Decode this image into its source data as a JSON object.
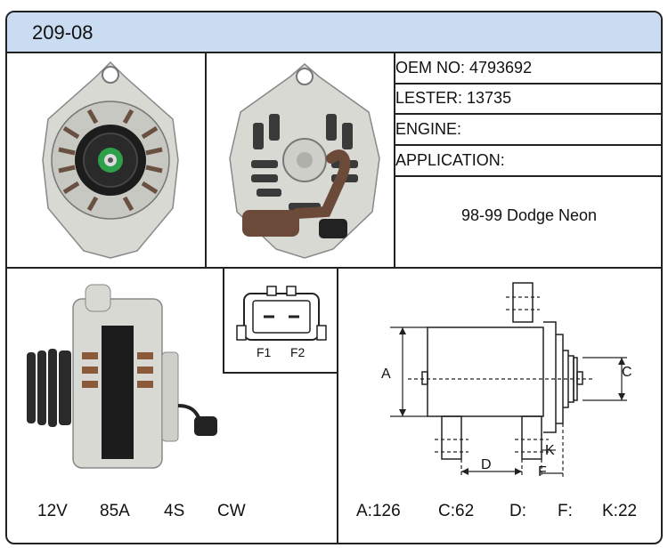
{
  "header": {
    "part_number": "209-08"
  },
  "specs": {
    "oem": "OEM NO: 4793692",
    "lester": "LESTER: 13735",
    "engine": "ENGINE:",
    "application": "APPLICATION:",
    "application_value": "98-99 Dodge Neon"
  },
  "plug": {
    "pin1": "F1",
    "pin2": "F2"
  },
  "electrical": {
    "voltage": "12V",
    "amperage": "85A",
    "groove": "4S",
    "rotation": "CW"
  },
  "dimensions": {
    "labels": {
      "a": "A",
      "c": "C",
      "d": "D",
      "f": "F",
      "k": "K"
    },
    "values": {
      "a": "A:126",
      "c": "C:62",
      "d": "D:",
      "f": "F:",
      "k": "K:22"
    }
  },
  "colors": {
    "header_bg": "#c9dcf2",
    "border": "#222222",
    "housing": "#d9d9d4",
    "rotor_green": "#2fa04a",
    "wire_brown": "#6b4a3a"
  }
}
